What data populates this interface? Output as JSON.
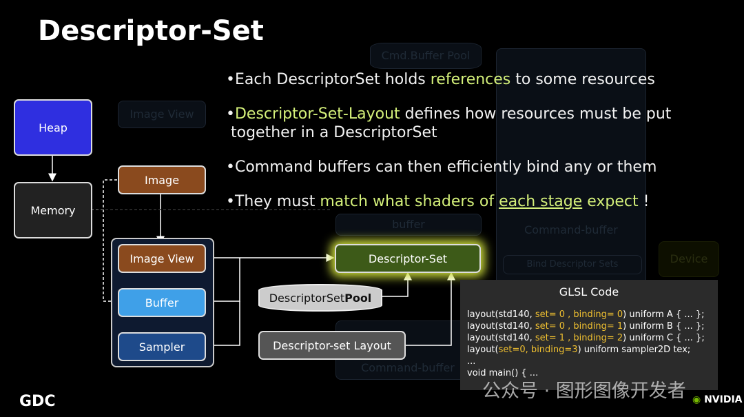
{
  "title": "Descriptor-Set",
  "bullets": {
    "b1": {
      "a": "Each DescriptorSet holds ",
      "h": "references",
      "c": " to some resources"
    },
    "b2": {
      "h": "Descriptor-Set-Layout",
      "c": " defines how resources must be put",
      "d": "together in a DescriptorSet"
    },
    "b3": "Command buffers can then efficiently bind any or them",
    "b4": {
      "a": "They must ",
      "h": "match what shaders of ",
      "u": "each stage",
      "h2": " expect",
      "e": " !"
    }
  },
  "diagram": {
    "heap": "Heap",
    "memory": "Memory",
    "image": "Image",
    "image_view": "Image View",
    "buffer": "Buffer",
    "sampler": "Sampler",
    "descriptor_set": "Descriptor-Set",
    "pool_a": "DescriptorSet ",
    "pool_b": "Pool",
    "layout": "Descriptor-set Layout"
  },
  "ghosts": {
    "cmd_pool": "Cmd.Buffer Pool",
    "cmd_buffer": "Command-buffer",
    "image_view": "Image View",
    "buffer": "buffer",
    "bind": "Bind Descriptor Sets",
    "device": "Device",
    "cmd_buffer2": "Command-buffer"
  },
  "code": {
    "title": "GLSL Code",
    "lines": [
      {
        "a": "layout(std140, ",
        "y": "set= 0 , binding= 0",
        "b": ") uniform A { ... };"
      },
      {
        "a": "layout(std140, ",
        "y": "set= 0 , binding= 1",
        "b": ") uniform B { ... };"
      },
      {
        "a": "layout(std140, ",
        "y": "set= 1 , binding= 2",
        "b": ") uniform C { ... };"
      },
      {
        "a": "layout(",
        "y": "set=0, binding=3",
        "b": ") uniform sampler2D tex;"
      }
    ],
    "ellipsis": "...",
    "main": "void main() { ..."
  },
  "footer": {
    "gdc": "GDC",
    "nvidia": "NVIDIA",
    "watermark": "公众号 · 图形图像开发者"
  }
}
